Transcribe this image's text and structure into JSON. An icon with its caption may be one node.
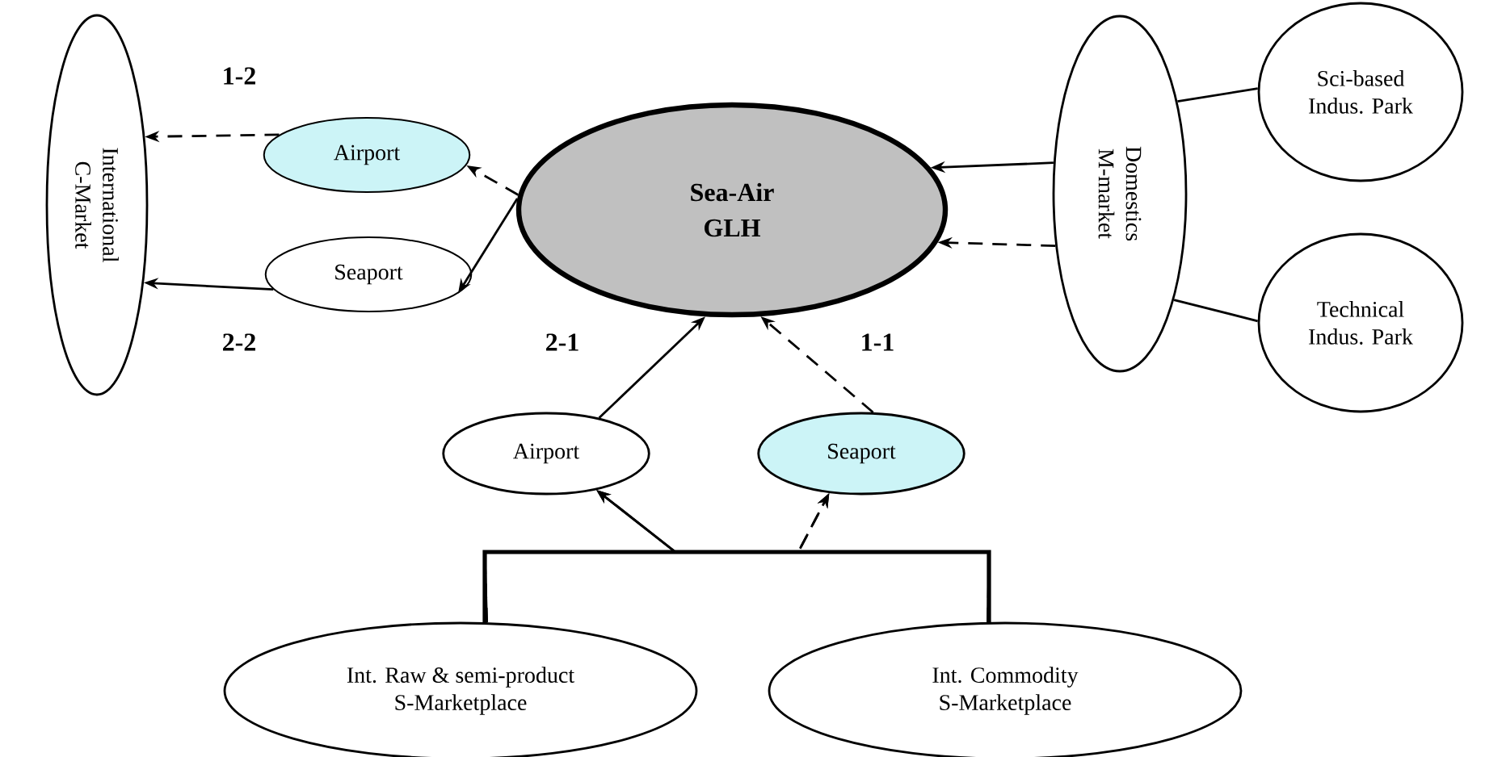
{
  "diagram": {
    "nodes": [
      {
        "text": [
          "International C-Market"
        ]
      },
      {
        "text": [
          "Airport"
        ]
      },
      {
        "text": [
          "Seaport"
        ]
      },
      {
        "text": [
          "Sea-Air GLH"
        ]
      },
      {
        "text": [
          "Domestics M-market"
        ]
      },
      {
        "text": [
          "Sci-based Indus. Park"
        ]
      },
      {
        "text": [
          "Technical Indus. Park"
        ]
      },
      {
        "text": [
          "Airport"
        ]
      },
      {
        "text": [
          "Seaport"
        ]
      },
      {
        "text": [
          "Int. Raw & semi-product S-Marketplace"
        ]
      },
      {
        "text": [
          "Int. Commodity S-Marketplace"
        ]
      }
    ],
    "edges": [
      {
        "from": 3,
        "to": 1,
        "arrow": "to",
        "style": "dashed"
      },
      {
        "from": 3,
        "to": 2,
        "arrow": "to"
      },
      {
        "from": 1,
        "to": 0,
        "arrow": "to",
        "style": "dashed"
      },
      {
        "from": 2,
        "to": 0,
        "arrow": "to"
      },
      {
        "from": 4,
        "to": 3,
        "arrow": "to"
      },
      {
        "from": 4,
        "to": 3,
        "arrow": "to",
        "style": "dashed"
      },
      {
        "from": 5,
        "to": 4,
        "arrow": "none"
      },
      {
        "from": 6,
        "to": 4,
        "arrow": "none"
      },
      {
        "from": 7,
        "to": 3,
        "arrow": "to"
      },
      {
        "from": 8,
        "to": 3,
        "arrow": "to",
        "style": "dashed"
      },
      {
        "from": 9,
        "to": 7,
        "arrow": "to"
      },
      {
        "from": 10,
        "to": 7,
        "arrow": "to"
      },
      {
        "from": 9,
        "to": 8,
        "arrow": "to",
        "style": "dashed"
      },
      {
        "from": 10,
        "to": 8,
        "arrow": "to",
        "style": "dashed"
      }
    ],
    "labels": [
      "1-2",
      "2-2",
      "2-1",
      "1-1"
    ]
  }
}
